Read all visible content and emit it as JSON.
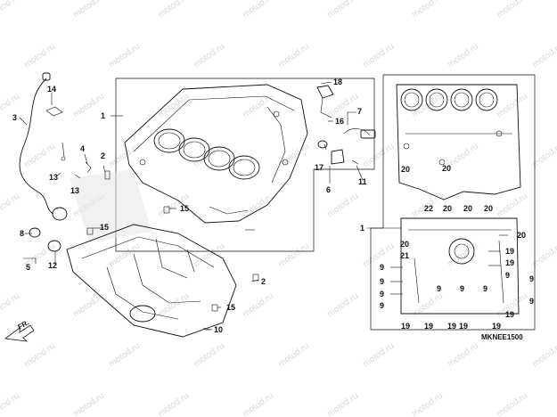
{
  "watermark": "motod.ru",
  "diagram_code": "MKNEE1500",
  "front_indicator": "FR.",
  "callouts": [
    "1",
    "2",
    "3",
    "4",
    "5",
    "6",
    "7",
    "8",
    "9",
    "10",
    "11",
    "12",
    "13",
    "14",
    "15",
    "16",
    "17",
    "18",
    "19",
    "20",
    "21",
    "22"
  ]
}
